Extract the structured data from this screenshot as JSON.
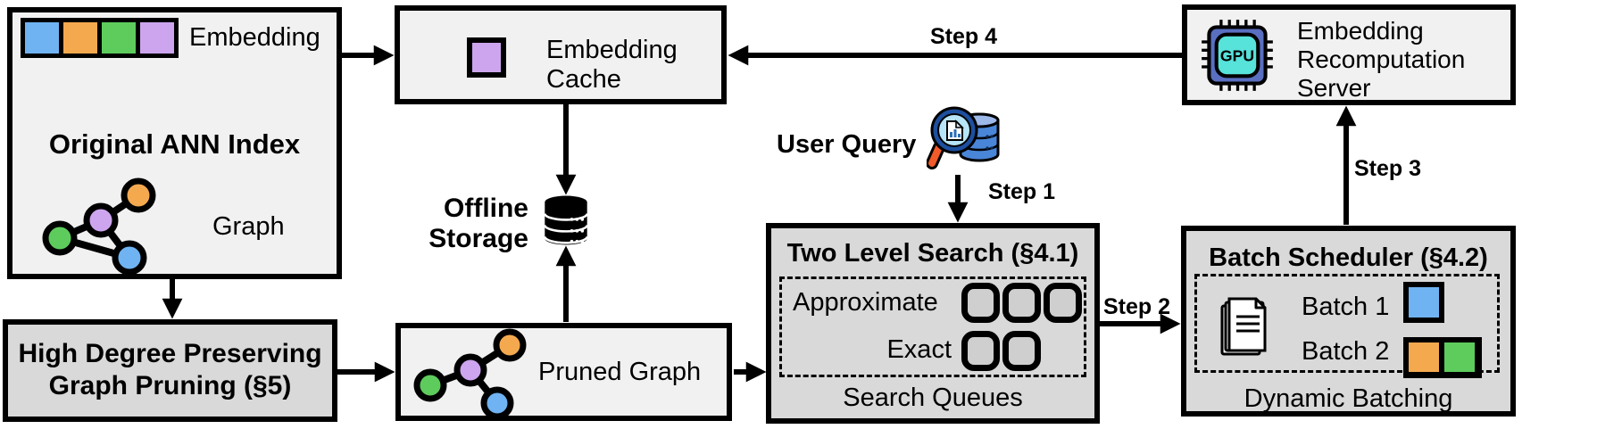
{
  "colors": {
    "blue": "#6FB3F2",
    "orange": "#F5A94F",
    "green": "#5DCC5D",
    "purple": "#CDA5EE",
    "box_light": "#F1F1F1",
    "box_gray": "#D9D9D9",
    "queue_slot": "#CFCFCF",
    "gpu_body": "#5A6FC0",
    "gpu_core": "#57E2DA",
    "magnifier_rim": "#1D4F9E",
    "magnifier_lens": "#B7E4F6",
    "magnifier_handle": "#F15A29",
    "db_body": "#4A86D8",
    "db_top": "#9DB9EA"
  },
  "original_index": {
    "title": "Original ANN Index",
    "embedding_label": "Embedding",
    "graph_label": "Graph"
  },
  "embedding_cache": {
    "line1": "Embedding",
    "line2": "Cache"
  },
  "recomputation_server": {
    "line1": "Embedding",
    "line2": "Recomputation",
    "line3": "Server",
    "chip_label": "GPU"
  },
  "offline_storage": {
    "line1": "Offline",
    "line2": "Storage"
  },
  "user_query": {
    "label": "User Query"
  },
  "two_level_search": {
    "title": "Two Level Search (§4.1)",
    "approximate_label": "Approximate",
    "exact_label": "Exact",
    "footer": "Search Queues"
  },
  "batch_scheduler": {
    "title": "Batch Scheduler (§4.2)",
    "batch1_label": "Batch 1",
    "batch2_label": "Batch 2",
    "footer": "Dynamic Batching"
  },
  "graph_pruning": {
    "line1": "High Degree Preserving",
    "line2": "Graph Pruning (§5)"
  },
  "pruned_graph": {
    "label": "Pruned Graph"
  },
  "steps": {
    "step1": "Step 1",
    "step2": "Step 2",
    "step3": "Step 3",
    "step4": "Step 4"
  }
}
